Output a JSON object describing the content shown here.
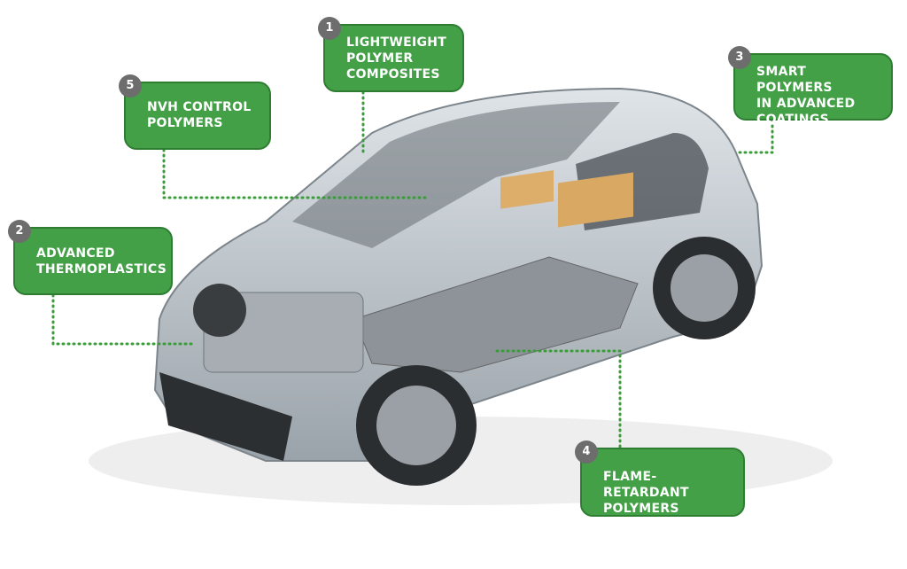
{
  "callouts": [
    {
      "number": "1",
      "text": "LIGHTWEIGHT\nPOLYMER\nCOMPOSITES"
    },
    {
      "number": "2",
      "text": "ADVANCED\nTHERMOPLASTICS"
    },
    {
      "number": "3",
      "text": "SMART POLYMERS\nIN ADVANCED\nCOATINGS"
    },
    {
      "number": "4",
      "text": "FLAME-RETARDANT\nPOLYMERS"
    },
    {
      "number": "5",
      "text": "NVH CONTROL\nPOLYMERS"
    }
  ],
  "colors": {
    "callout": "#43a047",
    "border": "#2e7d32",
    "badge": "#6d6d6d",
    "leader": "#3c9a3c"
  }
}
